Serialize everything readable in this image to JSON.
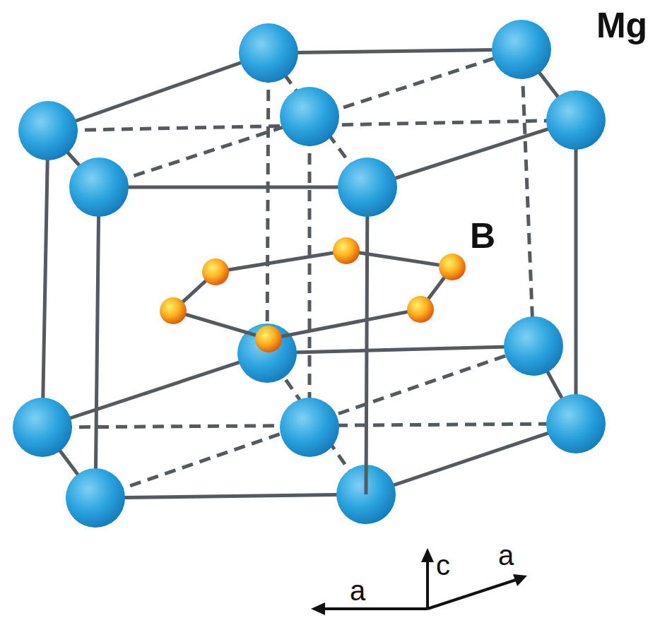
{
  "diagram": {
    "labels": [
      "Mg",
      "B",
      "c",
      "a",
      "a"
    ]
  }
}
